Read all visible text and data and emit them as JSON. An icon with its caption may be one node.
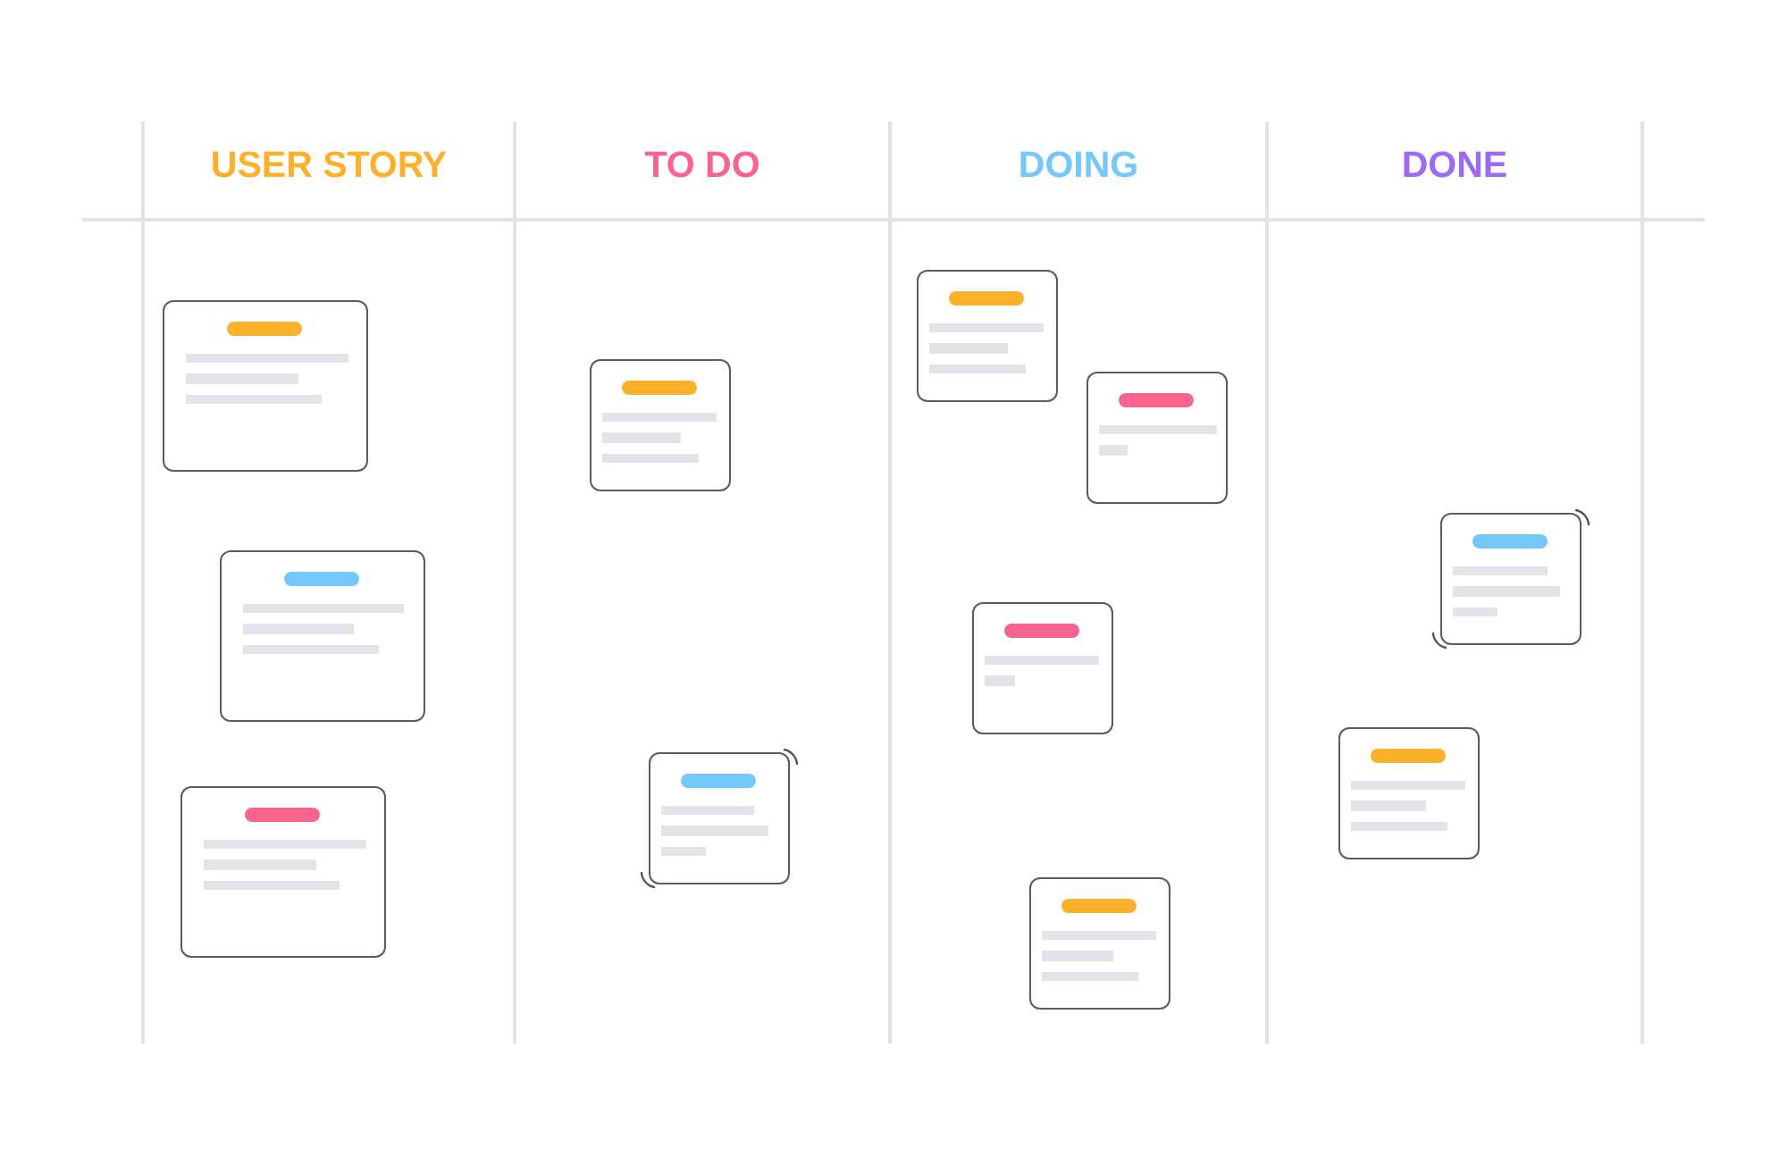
{
  "diagram": {
    "nodes": [
      {
        "text": [
          "USER STORY"
        ]
      },
      {
        "text": [
          "TO DO"
        ]
      },
      {
        "text": [
          "DOING"
        ]
      },
      {
        "text": [
          "DONE"
        ]
      },
      {
        "text": [],
        "shape": "box",
        "in": 0
      },
      {
        "text": [],
        "shape": "box",
        "in": 0
      },
      {
        "text": [],
        "shape": "box",
        "in": 0
      },
      {
        "text": [],
        "shape": "box",
        "in": 1
      },
      {
        "text": [],
        "shape": "box",
        "in": 1
      },
      {
        "text": [],
        "shape": "box",
        "in": 2
      },
      {
        "text": [],
        "shape": "box",
        "in": 2
      },
      {
        "text": [],
        "shape": "box",
        "in": 2
      },
      {
        "text": [],
        "shape": "box",
        "in": 2
      },
      {
        "text": [],
        "shape": "box",
        "in": 3
      },
      {
        "text": [],
        "shape": "box",
        "in": 3
      }
    ]
  }
}
